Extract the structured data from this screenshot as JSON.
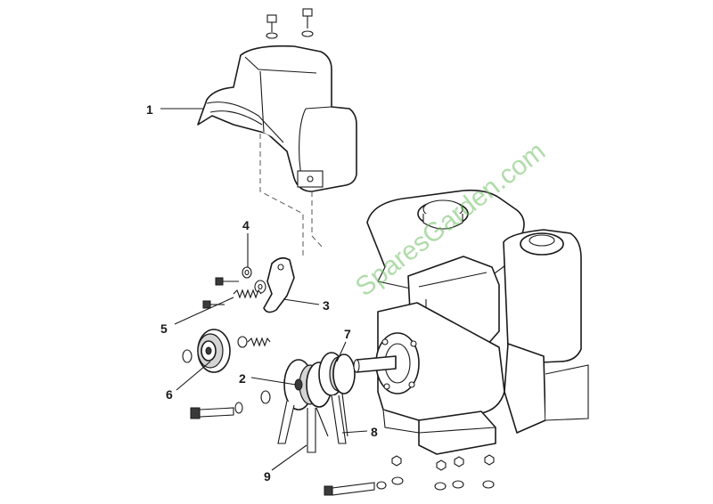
{
  "watermark": "SparesGarden.com",
  "callouts": [
    {
      "id": "1",
      "label": "1"
    },
    {
      "id": "2",
      "label": "2"
    },
    {
      "id": "3",
      "label": "3"
    },
    {
      "id": "4",
      "label": "4"
    },
    {
      "id": "5",
      "label": "5"
    },
    {
      "id": "6",
      "label": "6"
    },
    {
      "id": "7",
      "label": "7"
    },
    {
      "id": "8",
      "label": "8"
    },
    {
      "id": "9",
      "label": "9"
    }
  ],
  "colors": {
    "line": "#1a1a1a",
    "watermark": "#6fbf64",
    "background": "#ffffff"
  }
}
